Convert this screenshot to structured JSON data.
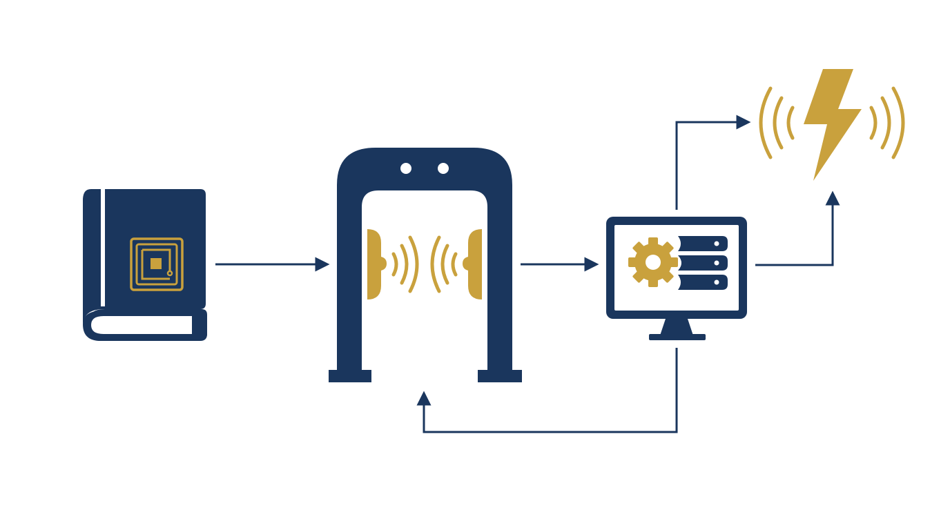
{
  "colors": {
    "navy": "#1a365d",
    "gold": "#c9a13d",
    "background": "#ffffff"
  },
  "nodes": [
    {
      "id": "book",
      "icon": "rfid-tagged-book-icon"
    },
    {
      "id": "gate",
      "icon": "rfid-security-gate-icon"
    },
    {
      "id": "server",
      "icon": "monitor-with-gear-and-server-icon"
    },
    {
      "id": "alarm",
      "icon": "lightning-alarm-with-waves-icon"
    }
  ],
  "edges": [
    {
      "from": "book",
      "to": "gate"
    },
    {
      "from": "gate",
      "to": "server"
    },
    {
      "from": "server",
      "to": "alarm",
      "route": "up-then-right"
    },
    {
      "from": "server",
      "to": "alarm",
      "route": "right-then-up"
    },
    {
      "from": "server",
      "to": "gate",
      "route": "down-left-up"
    }
  ]
}
